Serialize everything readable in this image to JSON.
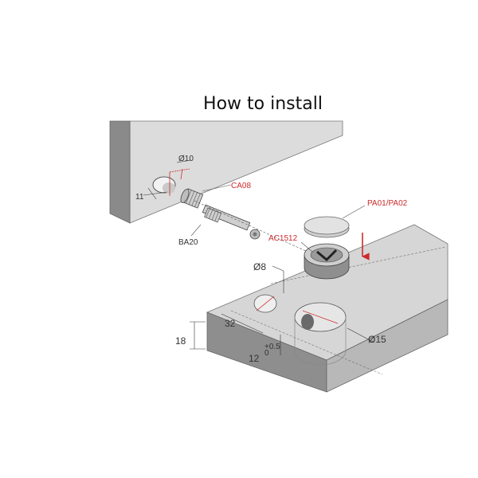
{
  "title": "How to install",
  "colors": {
    "board_top": "#d6d6d6",
    "board_front": "#8e8e8e",
    "board_side": "#b8b8b8",
    "panel_face": "#dcdcdc",
    "panel_edge": "#8a8a8a",
    "accent_red": "#cc2b2b",
    "line_dark": "#333333"
  },
  "parts": {
    "ca08": "CA08",
    "ba20": "BA20",
    "ac1512": "AC1512",
    "pa": "PA01/PA02"
  },
  "dimensions": {
    "d10": "Ø10",
    "d11": "11",
    "d8": "Ø8",
    "d32": "32",
    "d18": "18",
    "d12": "12",
    "d12_tol_plus": "+0.5",
    "d12_tol_minus": "0",
    "d15": "Ø15"
  }
}
